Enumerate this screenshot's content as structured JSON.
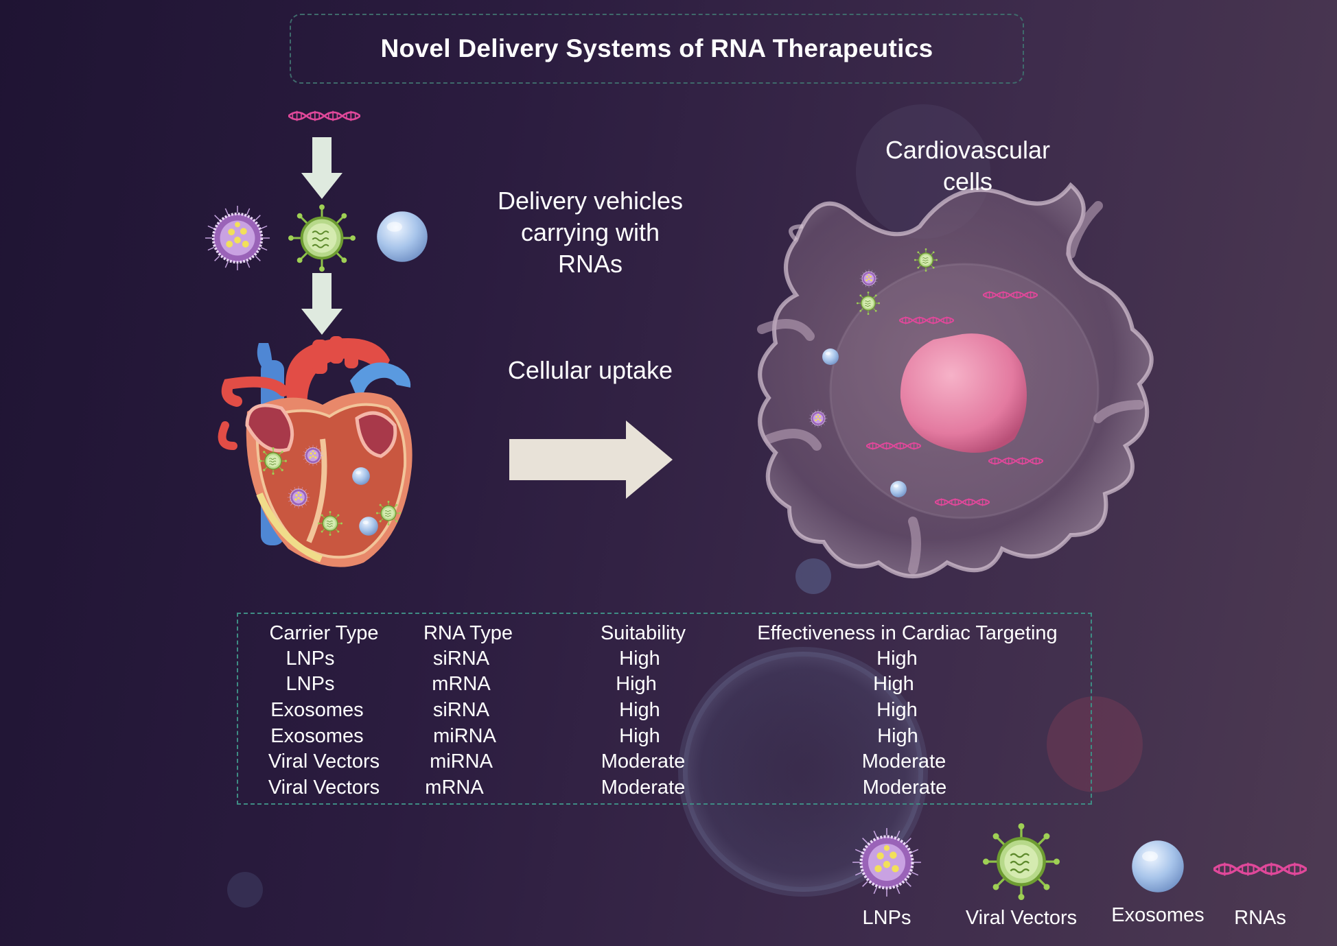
{
  "title": "Novel Delivery Systems of RNA Therapeutics",
  "labels": {
    "cells_line1": "Cardiovascular",
    "cells_line2": "cells",
    "vehicles_line1": "Delivery vehicles",
    "vehicles_line2": "carrying with",
    "vehicles_line3": "RNAs",
    "uptake": "Cellular uptake"
  },
  "table": {
    "headers": [
      "Carrier Type",
      "RNA Type",
      "Suitability",
      "Effectiveness in Cardiac Targeting"
    ],
    "rows": [
      [
        "LNPs",
        "siRNA",
        "High",
        "High"
      ],
      [
        "LNPs",
        "mRNA",
        "High",
        "High"
      ],
      [
        "Exosomes",
        "siRNA",
        "High",
        "High"
      ],
      [
        "Exosomes",
        "miRNA",
        "High",
        "High"
      ],
      [
        "Viral Vectors",
        "miRNA",
        "Moderate",
        "Moderate"
      ],
      [
        "Viral Vectors",
        "mRNA",
        "Moderate",
        "Moderate"
      ]
    ]
  },
  "legend": [
    {
      "label": "LNPs",
      "icon": "lnp-icon"
    },
    {
      "label": "Viral Vectors",
      "icon": "viral-vector-icon"
    },
    {
      "label": "Exosomes",
      "icon": "exosome-icon"
    },
    {
      "label": "RNAs",
      "icon": "rna-icon"
    }
  ],
  "colors": {
    "rna": "#e0489a",
    "lnp": "#b085d0",
    "viral": "#8fc24a",
    "exosome": "#9fbfe6",
    "nucleus": "#e57ea4",
    "arrow": "#e8e2d8",
    "dashed_border": "#3f8c84"
  }
}
